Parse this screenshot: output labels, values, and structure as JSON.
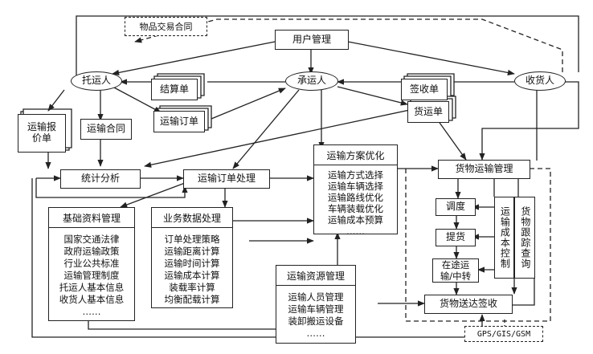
{
  "nodes": {
    "user_mgmt": "用户管理",
    "goods_contract": "物品交易合同",
    "shipper": "托运人",
    "settlement": "结算单",
    "carrier": "承运人",
    "receipt": "签收单",
    "consignee": "收货人",
    "quote": "运输报价单",
    "contract": "运输合同",
    "order_doc": "运输订单",
    "waybill": "货运单",
    "stats": "统计分析",
    "order_proc": "运输订单处理",
    "cargo_mgmt": "货物运输管理",
    "dispatch": "调度",
    "pickup": "提货",
    "transit": "在途运输/中转",
    "delivery": "货物送达签收",
    "cost_ctrl": "运输成本控制",
    "tracking": "货物跟踪查询",
    "gps": "GPS/GIS/GSM"
  },
  "plan_opt": {
    "title": "运输方案优化",
    "items": [
      "运输方式选择",
      "运输车辆选择",
      "运输路线优化",
      "车辆装载优化",
      "运输成本预算",
      "……"
    ]
  },
  "basic_data": {
    "title": "基础资料管理",
    "items": [
      "国家交通法律",
      "政府运输政策",
      "行业公共标准",
      "运输管理制度",
      "托运人基本信息",
      "收货人基本信息",
      "……"
    ]
  },
  "biz_data": {
    "title": "业务数据处理",
    "items": [
      "订单处理策略",
      "运输距离计算",
      "运输时间计算",
      "运输成本计算",
      "装载率计算",
      "均衡配载计算"
    ]
  },
  "resource": {
    "title": "运输资源管理",
    "items": [
      "运输人员管理",
      "运输车辆管理",
      "装卸搬运设备",
      "……"
    ]
  }
}
